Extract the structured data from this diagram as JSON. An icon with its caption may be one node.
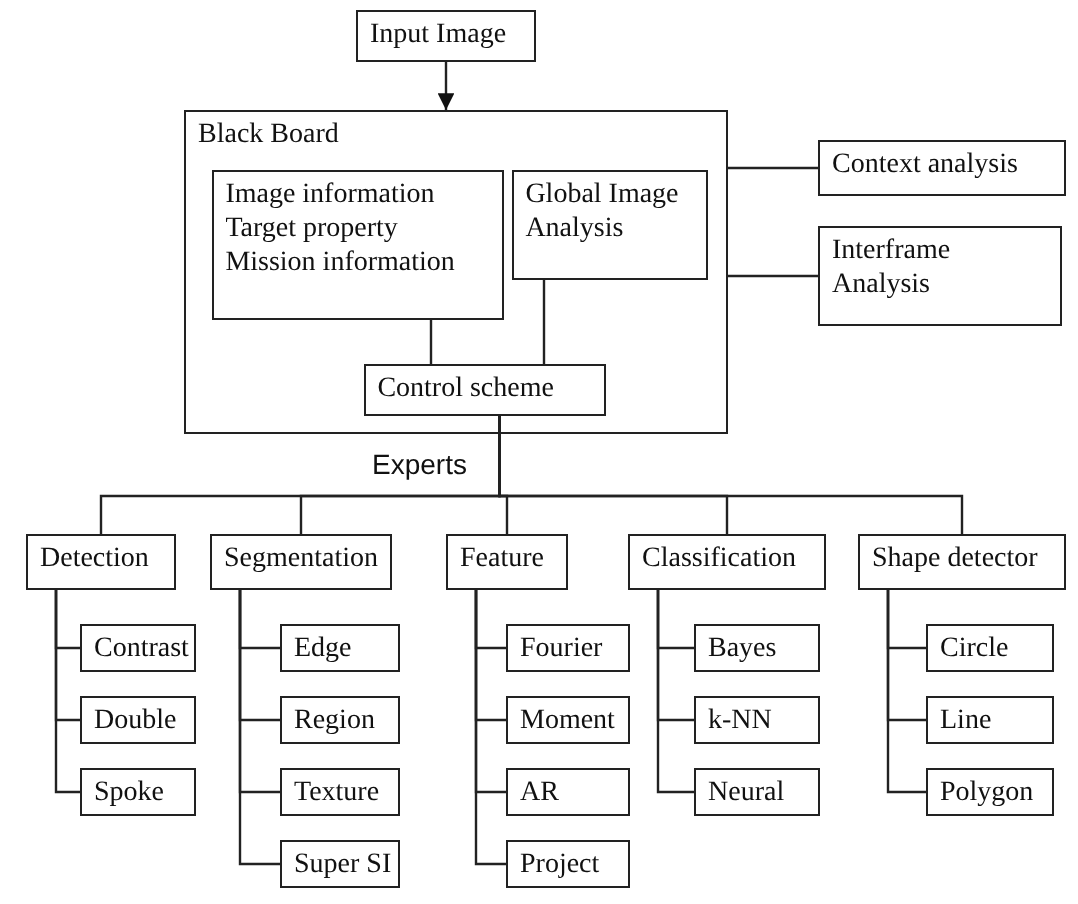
{
  "diagram": {
    "nodes": [
      {
        "text": [
          "Input Image"
        ]
      },
      {
        "text": [
          "Black Board"
        ]
      },
      {
        "text": [
          "Image information",
          "Target property",
          "Mission information"
        ],
        "in": 1
      },
      {
        "text": [
          "Global Image Analysis"
        ],
        "in": 1
      },
      {
        "text": [
          "Control scheme"
        ],
        "in": 1
      },
      {
        "text": [
          "Context analysis"
        ]
      },
      {
        "text": [
          "Interframe Analysis"
        ]
      },
      {
        "text": [
          "Detection"
        ]
      },
      {
        "text": [
          "Contrast"
        ]
      },
      {
        "text": [
          "Double"
        ]
      },
      {
        "text": [
          "Spoke"
        ]
      },
      {
        "text": [
          "Segmentation"
        ]
      },
      {
        "text": [
          "Edge"
        ]
      },
      {
        "text": [
          "Region"
        ]
      },
      {
        "text": [
          "Texture"
        ]
      },
      {
        "text": [
          "Super SI"
        ]
      },
      {
        "text": [
          "Feature"
        ]
      },
      {
        "text": [
          "Fourier"
        ]
      },
      {
        "text": [
          "Moment"
        ]
      },
      {
        "text": [
          "AR"
        ]
      },
      {
        "text": [
          "Project"
        ]
      },
      {
        "text": [
          "Classification"
        ]
      },
      {
        "text": [
          "Bayes"
        ]
      },
      {
        "text": [
          "k-NN"
        ]
      },
      {
        "text": [
          "Neural"
        ]
      },
      {
        "text": [
          "Shape detector"
        ]
      },
      {
        "text": [
          "Circle"
        ]
      },
      {
        "text": [
          "Line"
        ]
      },
      {
        "text": [
          "Polygon"
        ]
      }
    ],
    "edges": [
      {
        "from": 0,
        "to": 1,
        "arrow": "to"
      },
      {
        "from": 1,
        "to": 5,
        "arrow": "none"
      },
      {
        "from": 1,
        "to": 6,
        "arrow": "none"
      },
      {
        "from": 2,
        "to": 4,
        "arrow": "none"
      },
      {
        "from": 3,
        "to": 4,
        "arrow": "none"
      },
      {
        "from": 4,
        "to": 7,
        "arrow": "none"
      },
      {
        "from": 4,
        "to": 11,
        "arrow": "none"
      },
      {
        "from": 4,
        "to": 16,
        "arrow": "none"
      },
      {
        "from": 4,
        "to": 21,
        "arrow": "none"
      },
      {
        "from": 4,
        "to": 25,
        "arrow": "none"
      },
      {
        "from": 7,
        "to": 8,
        "arrow": "none"
      },
      {
        "from": 7,
        "to": 9,
        "arrow": "none"
      },
      {
        "from": 7,
        "to": 10,
        "arrow": "none"
      },
      {
        "from": 11,
        "to": 12,
        "arrow": "none"
      },
      {
        "from": 11,
        "to": 13,
        "arrow": "none"
      },
      {
        "from": 11,
        "to": 14,
        "arrow": "none"
      },
      {
        "from": 11,
        "to": 15,
        "arrow": "none"
      },
      {
        "from": 16,
        "to": 17,
        "arrow": "none"
      },
      {
        "from": 16,
        "to": 18,
        "arrow": "none"
      },
      {
        "from": 16,
        "to": 19,
        "arrow": "none"
      },
      {
        "from": 16,
        "to": 20,
        "arrow": "none"
      },
      {
        "from": 21,
        "to": 22,
        "arrow": "none"
      },
      {
        "from": 21,
        "to": 23,
        "arrow": "none"
      },
      {
        "from": 21,
        "to": 24,
        "arrow": "none"
      },
      {
        "from": 25,
        "to": 26,
        "arrow": "none"
      },
      {
        "from": 25,
        "to": 27,
        "arrow": "none"
      },
      {
        "from": 25,
        "to": 28,
        "arrow": "none"
      }
    ],
    "labels": [
      "Experts"
    ]
  }
}
